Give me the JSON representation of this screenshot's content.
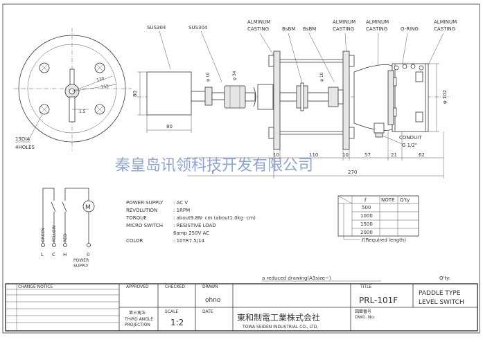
{
  "callouts": {
    "sus304_left": "SUS304",
    "sus304_right": "SUS304",
    "alminum_casting_1": [
      "ALMINUM",
      "CASTING"
    ],
    "bsbm_1": "BsBM",
    "bsbm_2": "BsBM",
    "alminum_casting_2": [
      "ALMINUM",
      "CASTING"
    ],
    "alminum_casting_3": [
      "ALMINUM",
      "CASTING"
    ],
    "o_ring": "O-RING",
    "alminum_casting_4": [
      "ALMINUM",
      "CASTING"
    ]
  },
  "front_view": {
    "dim_130": "130",
    "dim_155": "155",
    "dim_1_5": "1.5",
    "holes": [
      "15DIA",
      "4HOLES"
    ]
  },
  "side_view": {
    "dim_80_vertical": "80",
    "dim_80_horizontal": "80",
    "dim_phi10_a": "φ 10",
    "dim_phi34": "φ 34",
    "dim_phi10_b": "φ 10",
    "dim_phi102": "φ 102",
    "conduit": [
      "CONDUIT",
      "G 1/2\""
    ],
    "dim_10_a": "10",
    "dim_110": "110",
    "dim_10_b": "10",
    "dim_57": "57",
    "dim_21": "21",
    "dim_62": "62",
    "dim_270": "270",
    "dim_l": "ℓ"
  },
  "watermark": "秦皇岛讯领科技开发有限公司",
  "wiring": {
    "labels": [
      "GREEN",
      "YELLOW",
      "RED"
    ],
    "terminals": [
      "L",
      "C",
      "H",
      "0"
    ],
    "power_supply": [
      "POWER",
      "SUPPLY"
    ],
    "motor_symbol": "M"
  },
  "specs": [
    {
      "label": "POWER SUPPLY",
      "value": ": AC        V"
    },
    {
      "label": "REVOLUTION",
      "value": ": 1RPM"
    },
    {
      "label": "TORQUE",
      "value": ": about9.8N· cm (about1.0kg· cm)"
    },
    {
      "label": "MICRO SWITCH",
      "value": ": RESISTIVE LOAD"
    },
    {
      "label": "",
      "value": "  6amp 250V AC"
    },
    {
      "label": "COLOR",
      "value": ": 10YR7.5/14"
    }
  ],
  "length_table": {
    "headers": [
      "ℓ",
      "NOTE",
      "Q'ty"
    ],
    "rows": [
      "500",
      "1000",
      "1500",
      "2000"
    ],
    "required": "ℓ(Required length)"
  },
  "reduced_drawing": "a reduced drawing(A3size~)",
  "qty_label": "Q'ty:",
  "title_block": {
    "change_notice": "CHANGE NOTICE",
    "approved": "APPROVED",
    "checked": "CHECKED",
    "drawn": "DRAWN",
    "drawn_name": "ohno",
    "title_label": "TITLE",
    "part_no": "PRL-101F",
    "title": [
      "PADDLE TYPE",
      "LEVEL SWITCH"
    ],
    "third_angle": [
      "第三角法",
      "THIRD ANGLE",
      "PROJECTION"
    ],
    "scale_label": "SCALE",
    "scale": "1:2",
    "date_label": "DATE",
    "company_jp": "東和制電工業株式会社",
    "company_en": "TOWA SEIDEN INDUSTRIAL CO., LTD.",
    "dwg_no_label": "図面番号",
    "dwg_no": "DWG. No."
  }
}
